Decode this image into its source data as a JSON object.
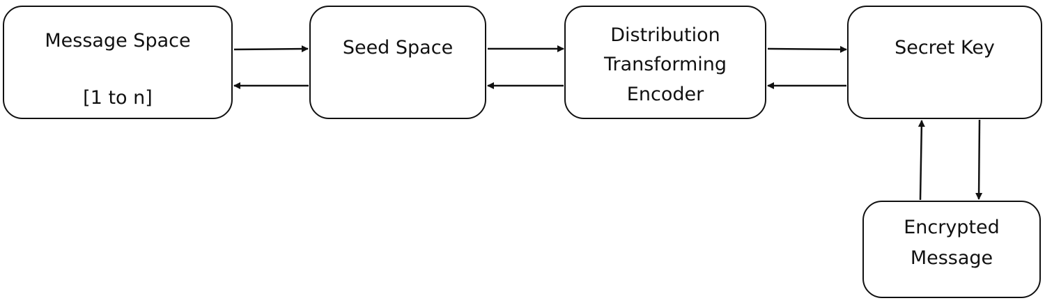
{
  "diagram": {
    "nodes": {
      "message_space": {
        "line1": "Message Space",
        "line2": "[1 to n]"
      },
      "seed_space": {
        "line1": "Seed Space"
      },
      "distribution_encoder": {
        "line1": "Distribution",
        "line2": "Transforming",
        "line3": "Encoder"
      },
      "secret_key": {
        "line1": "Secret Key"
      },
      "encrypted_message": {
        "line1": "Encrypted",
        "line2": "Message"
      }
    },
    "edges": [
      {
        "from": "Message Space",
        "to": "Seed Space"
      },
      {
        "from": "Seed Space",
        "to": "Message Space"
      },
      {
        "from": "Seed Space",
        "to": "Distribution Transforming Encoder"
      },
      {
        "from": "Distribution Transforming Encoder",
        "to": "Seed Space"
      },
      {
        "from": "Distribution Transforming Encoder",
        "to": "Secret Key"
      },
      {
        "from": "Secret Key",
        "to": "Distribution Transforming Encoder"
      },
      {
        "from": "Secret Key",
        "to": "Encrypted Message"
      },
      {
        "from": "Encrypted Message",
        "to": "Secret Key"
      }
    ],
    "colors": {
      "stroke": "#111111",
      "background": "#ffffff"
    }
  }
}
